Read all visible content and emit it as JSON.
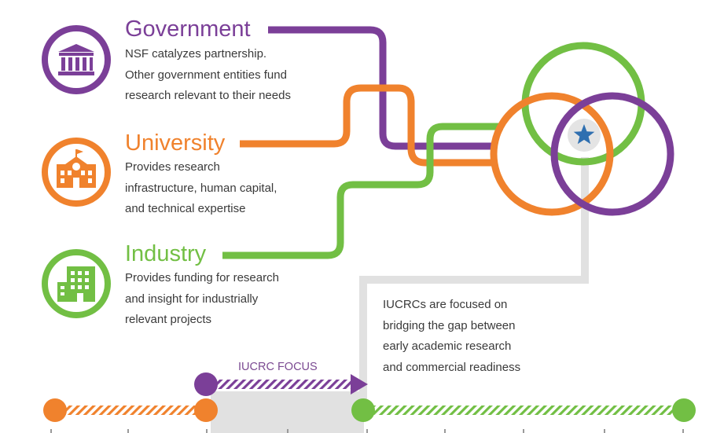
{
  "colors": {
    "government": "#7b3f98",
    "university": "#f0822d",
    "industry": "#72bf44",
    "connector_gray": "#e1e1e1",
    "star": "#2f6fb0"
  },
  "entities": [
    {
      "key": "government",
      "title": "Government",
      "icon": "government-building-icon",
      "description": [
        "NSF catalyzes partnership.",
        "Other government entities fund",
        "research relevant to their needs"
      ]
    },
    {
      "key": "university",
      "title": "University",
      "icon": "school-building-icon",
      "description": [
        "Provides research",
        "infrastructure, human capital,",
        "and technical expertise"
      ]
    },
    {
      "key": "industry",
      "title": "Industry",
      "icon": "office-building-icon",
      "description": [
        "Provides funding for research",
        "and insight for industrially",
        "relevant projects"
      ]
    }
  ],
  "venn_center_icon": "star-icon",
  "summary": {
    "lines": [
      "IUCRCs are focused on",
      "bridging the gap between",
      "early academic research",
      "and commercial readiness"
    ]
  },
  "timeline": {
    "focus_label": "IUCRC FOCUS"
  }
}
